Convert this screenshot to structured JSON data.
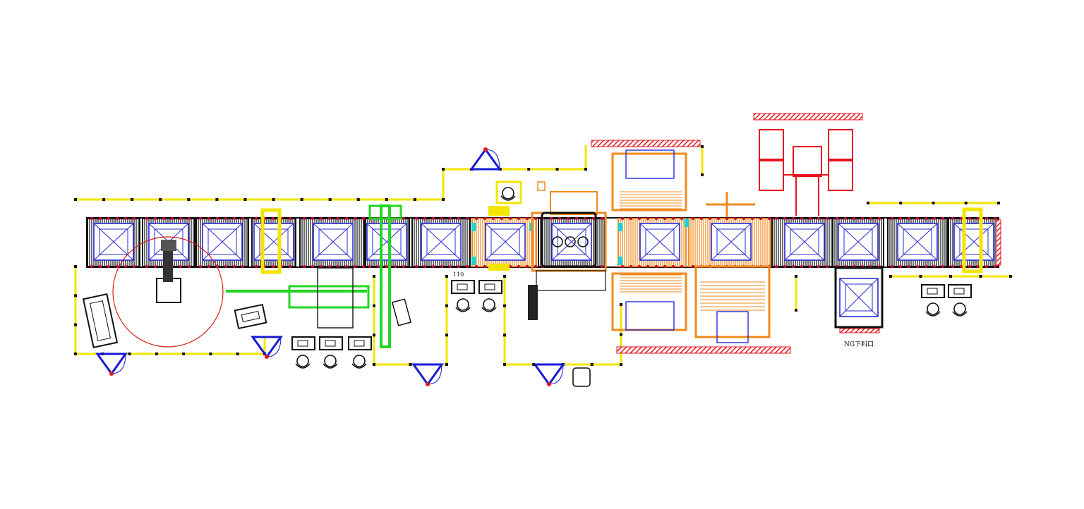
{
  "labels": {
    "ng_outlet": "NG下料口",
    "station_code": "110"
  },
  "colors": {
    "background": "#ffffff",
    "fence": "#f2e600",
    "fence_post": "#111111",
    "conveyor_frame": "#111111",
    "pallet": "#2a2ad6",
    "roller_dot": "#c8003c",
    "orange_equipment": "#f08a1c",
    "green_equipment": "#22d622",
    "red_equipment": "#e8141e",
    "hatch": "#e8141e",
    "robot_reach": "#d61e1e",
    "door": "#1a1ad6",
    "cyan_accent": "#19d6d6"
  },
  "icons": [
    "fence-line",
    "safety-door-icon",
    "robot-arm-icon",
    "operator-icon",
    "control-panel-icon",
    "pallet-icon"
  ]
}
